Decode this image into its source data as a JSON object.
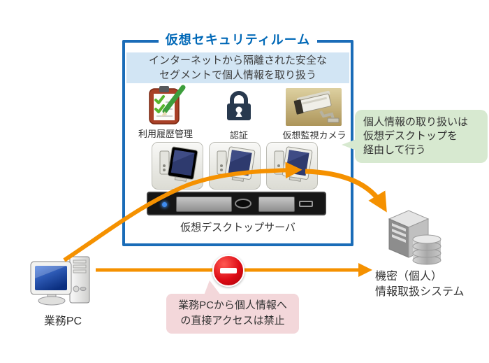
{
  "room": {
    "title": "仮想セキュリティルーム",
    "header_line1": "インターネットから隔離された安全な",
    "header_line2": "セグメントで個人情報を取り扱う",
    "feature1_label": "利用履歴管理",
    "feature2_label": "認証",
    "feature3_label": "仮想監視カメラ",
    "server_label": "仮想デスクトップサーバ"
  },
  "callout_green": {
    "line1": "個人情報の取り扱いは",
    "line2": "仮想デスクトップを",
    "line3": "経由して行う"
  },
  "callout_pink": {
    "line1": "業務PCから個人情報へ",
    "line2": "の直接アクセスは禁止"
  },
  "business_pc_label": "業務PC",
  "secure_system_label_line1": "機密（個人）",
  "secure_system_label_line2": "情報取扱システム",
  "icons": {
    "usage_history": "clipboard-check-icon",
    "authentication": "padlock-icon",
    "surveillance": "surveillance-camera-icon",
    "prohibition": "no-entry-icon",
    "virtual_machines": "desktop-pc-icon",
    "rack": "rack-server-icon",
    "secure_system": "server-database-icon"
  },
  "colors": {
    "title_blue": "#0068b7",
    "border_blue": "#1a6cb8",
    "header_bg": "#d2e5f4",
    "green_callout_bg": "#d7e9d0",
    "pink_callout_bg": "#f3d7da",
    "arrow_orange": "#f59100",
    "prohibition_red": "#dd0b15"
  }
}
